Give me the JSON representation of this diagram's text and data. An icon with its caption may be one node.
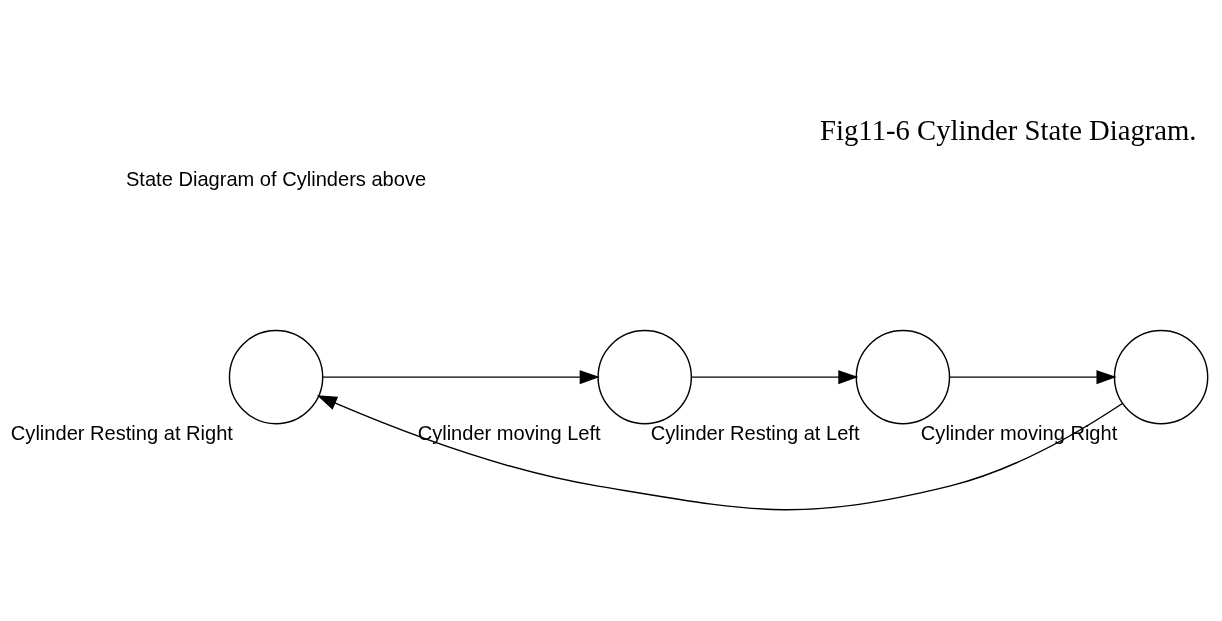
{
  "diagram": {
    "caption": "Fig11-6 Cylinder State Diagram.",
    "nodes": [
      {
        "text": [
          "Cylinder Resting at Right"
        ]
      },
      {
        "text": [
          "Cylinder moving Left"
        ]
      },
      {
        "text": [
          "Cylinder Resting at Left"
        ]
      },
      {
        "text": [
          "Cylinder moving Right"
        ]
      }
    ],
    "edges": [
      {
        "from": 0,
        "to": 1,
        "arrow": "to"
      },
      {
        "from": 1,
        "to": 2,
        "arrow": "to"
      },
      {
        "from": 2,
        "to": 3,
        "arrow": "to"
      },
      {
        "from": 3,
        "to": 0,
        "arrow": "to"
      }
    ],
    "labels": [
      "State Diagram of Cylinders above"
    ]
  }
}
